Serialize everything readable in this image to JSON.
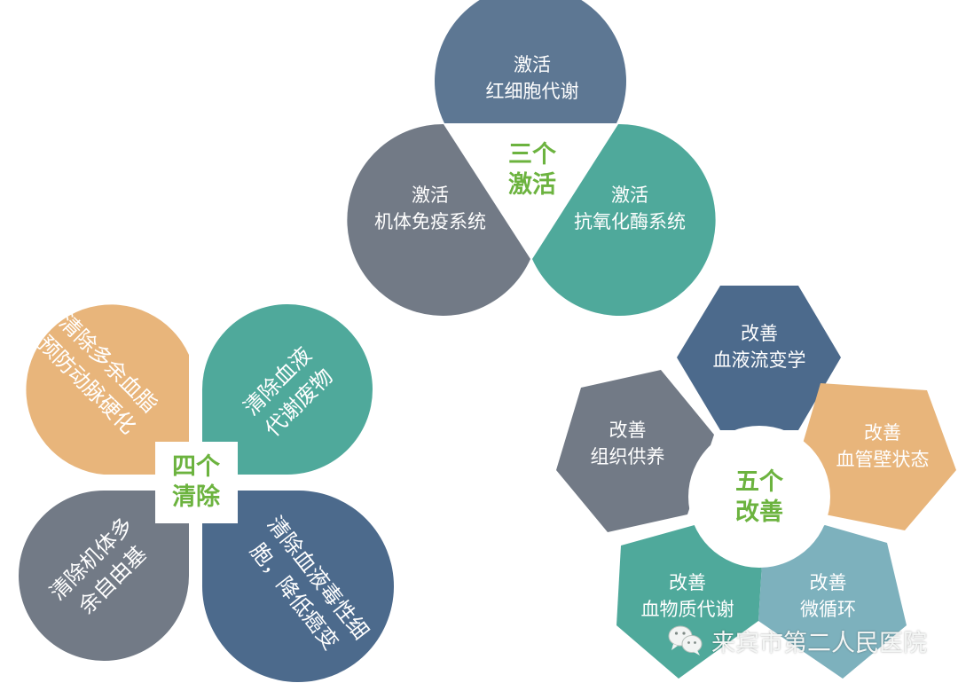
{
  "colors": {
    "slate_blue": "#5d7793",
    "gray": "#727a86",
    "teal": "#4fa99b",
    "orange": "#e8b57b",
    "navy_blue": "#4c6a8c",
    "light_teal": "#7db1bd",
    "green_text": "#6cb33f",
    "white": "#ffffff"
  },
  "three_activations": {
    "center": {
      "line1": "三个",
      "line2": "激活"
    },
    "items": [
      {
        "line1": "激活",
        "line2": "红细胞代谢"
      },
      {
        "line1": "激活",
        "line2": "机体免疫系统"
      },
      {
        "line1": "激活",
        "line2": "抗氧化酶系统"
      }
    ]
  },
  "four_clearances": {
    "center": {
      "line1": "四个",
      "line2": "清除"
    },
    "items": [
      {
        "line1": "清除多余血脂",
        "line2": "预防动脉硬化"
      },
      {
        "line1": "清除血液",
        "line2": "代谢废物"
      },
      {
        "line1": "清除机体多",
        "line2": "余自由基"
      },
      {
        "line1": "清除血液毒性细",
        "line2": "胞，降低癌变"
      }
    ]
  },
  "five_improvements": {
    "center": {
      "line1": "五个",
      "line2": "改善"
    },
    "items": [
      {
        "line1": "改善",
        "line2": "血液流变学"
      },
      {
        "line1": "改善",
        "line2": "组织供养"
      },
      {
        "line1": "改善",
        "line2": "血管壁状态"
      },
      {
        "line1": "改善",
        "line2": "血物质代谢"
      },
      {
        "line1": "改善",
        "line2": "微循环"
      }
    ]
  },
  "watermark": {
    "icon": "wechat-icon",
    "text": "来宾市第二人民医院"
  }
}
